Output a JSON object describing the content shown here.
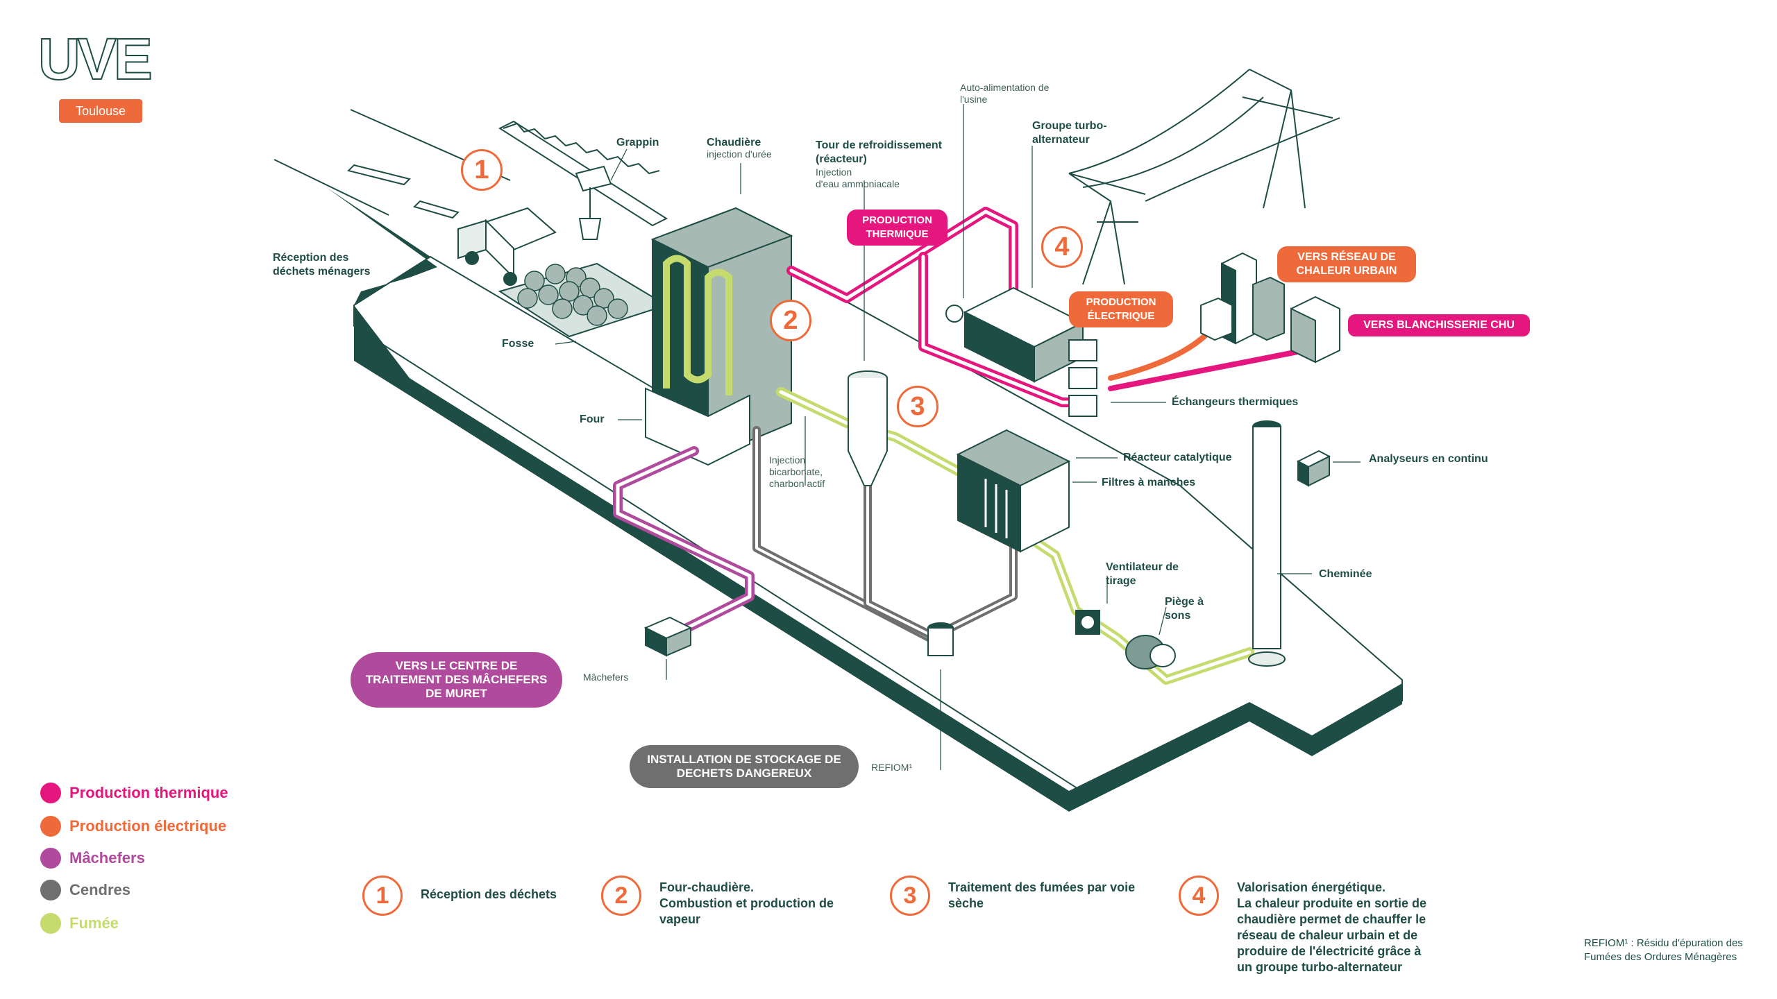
{
  "logo": {
    "text": "UVE",
    "city": "Toulouse"
  },
  "colors": {
    "thermique": "#e5177e",
    "electrique": "#ef6a3a",
    "machefers": "#b04a9c",
    "cendres": "#6f6f6f",
    "fumee": "#c5db6e",
    "structure": "#1e4d45"
  },
  "labels": {
    "reception": "Réception des\ndéchets ménagers",
    "grappin": "Grappin",
    "chaudiere": "Chaudière",
    "chaudiere_sub": "injection d'urée",
    "tour": "Tour de refroidissement\n(réacteur)",
    "tour_sub": "Injection\nd'eau ammoniacale",
    "auto": "Auto-alimentation de\nl'usine",
    "groupe": "Groupe turbo-\nalternateur",
    "fosse": "Fosse",
    "four": "Four",
    "echangeurs": "Échangeurs thermiques",
    "reacteur": "Réacteur catalytique",
    "filtres": "Filtres à manches",
    "analyseurs": "Analyseurs en continu",
    "injection_bic": "Injection\nbicarbonate,\ncharbon actif",
    "cheminee": "Cheminée",
    "ventilateur": "Ventilateur de\ntirage",
    "piege": "Piège à\nsons",
    "machefers": "Mâchefers",
    "refiom": "REFIOM¹"
  },
  "numbers": [
    "1",
    "2",
    "3",
    "4"
  ],
  "pills": {
    "prod_thermique": "Production\nthermique",
    "prod_electrique": "Production\nélectrique",
    "reseau": "Vers réseau de\nchaleur urbain",
    "blanchisserie": "Vers blanchisserie CHU",
    "muret": "Vers le centre de\ntraitement des mâchefers\nde Muret",
    "stockage": "Installation de stockage de\ndechets dangereux"
  },
  "legend": [
    {
      "label": "Production thermique",
      "color": "#e5177e"
    },
    {
      "label": "Production électrique",
      "color": "#ef6a3a"
    },
    {
      "label": "Mâchefers",
      "color": "#b04a9c"
    },
    {
      "label": "Cendres",
      "color": "#6f6f6f"
    },
    {
      "label": "Fumée",
      "color": "#c5db6e"
    }
  ],
  "steps": [
    {
      "num": "1",
      "text": "Réception des déchets"
    },
    {
      "num": "2",
      "text": "Four-chaudière.\nCombustion et production de\nvapeur"
    },
    {
      "num": "3",
      "text": "Traitement des fumées par voie\nsèche"
    },
    {
      "num": "4",
      "text": "Valorisation énergétique.\nLa chaleur produite en sortie de\nchaudière permet de chauffer le\nréseau de chaleur urbain et de\nproduire de l'électricité grâce à\nun groupe turbo-alternateur"
    }
  ],
  "footnote": "REFIOM¹ : Résidu d'épuration des\nFumées des Ordures Ménagères"
}
